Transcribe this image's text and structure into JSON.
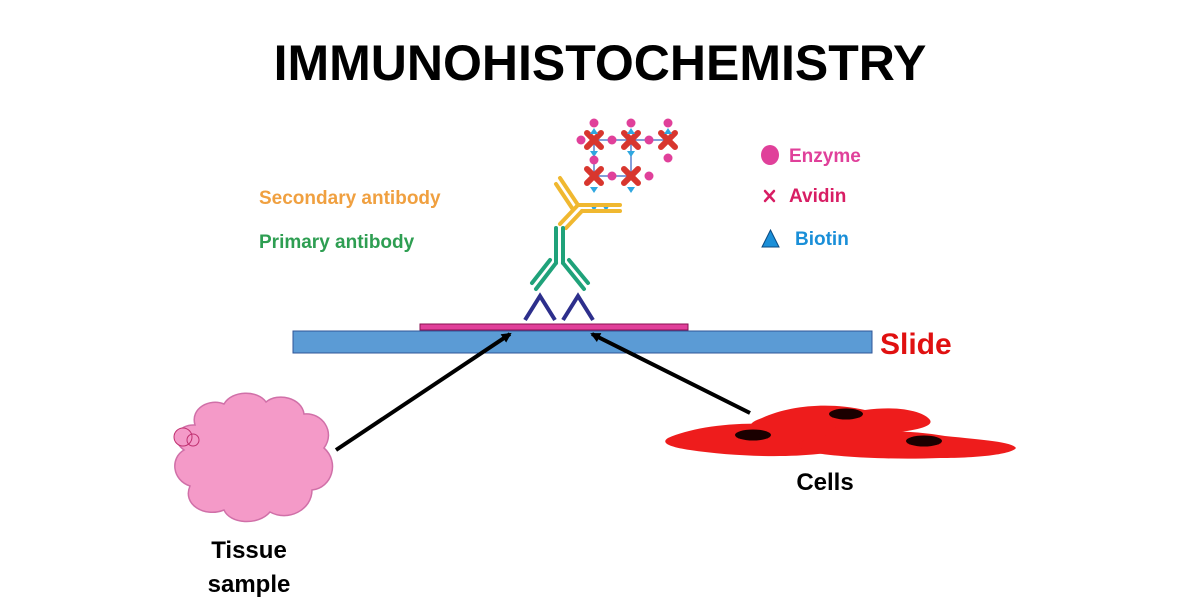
{
  "title": "IMMUNOHISTOCHEMISTRY",
  "labels": {
    "secondary_antibody": "Secondary antibody",
    "primary_antibody": "Primary antibody",
    "slide": "Slide",
    "cells": "Cells",
    "tissue_line1": "Tissue",
    "tissue_line2": "sample"
  },
  "legend": [
    {
      "symbol": "circle",
      "label": "Enzyme",
      "color": "#e0409a"
    },
    {
      "symbol": "x",
      "label": "Avidin",
      "color": "#d81e64"
    },
    {
      "symbol": "triangle",
      "label": "Biotin",
      "color": "#1a8fd8"
    }
  ],
  "colors": {
    "title": "#000000",
    "secondary_antibody": "#f0a040",
    "primary_antibody": "#2e9e52",
    "antibody_green": "#1fa27a",
    "antigen": "#2d2f8c",
    "slide": "#5b9bd5",
    "slide_border": "#2f5597",
    "tissue_layer": "#e0409a",
    "slide_label": "#e01010",
    "tissue": "#f49ac8",
    "tissue_border": "#d070a8",
    "cells": "#ee1c1c",
    "nucleus": "#1a0000",
    "arrow": "#000000",
    "avidin": "#d8362e",
    "biotin": "#2fa7e0",
    "enzyme": "#e0409a"
  }
}
